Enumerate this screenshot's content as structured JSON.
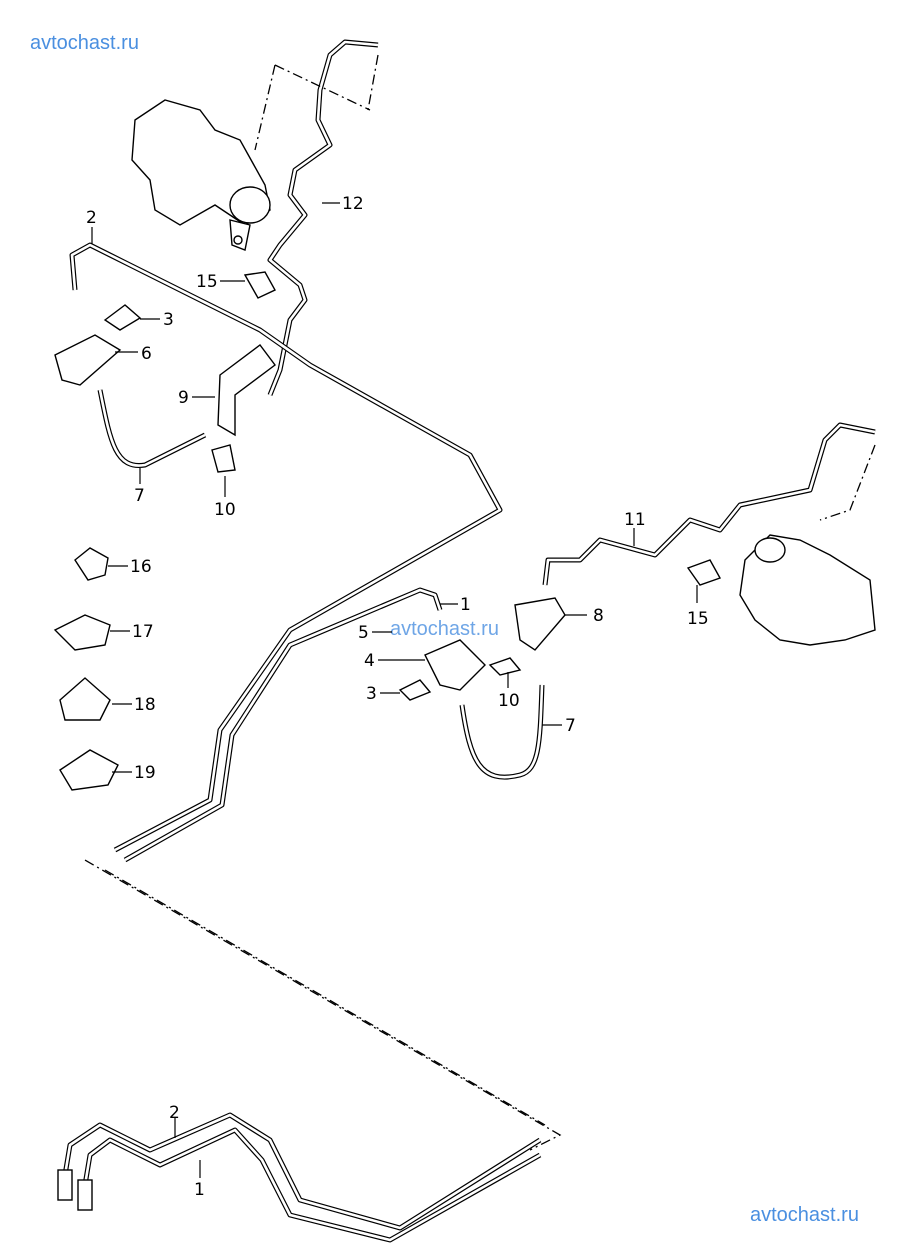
{
  "watermark": {
    "top": "avtochast.ru",
    "middle": "avtochast.ru",
    "bottom": "avtochast.ru",
    "color": "#4a8fe0"
  },
  "callouts": [
    "12",
    "2",
    "15",
    "3",
    "6",
    "9",
    "7",
    "10",
    "16",
    "17",
    "18",
    "19",
    "11",
    "15",
    "8",
    "1",
    "5",
    "4",
    "3",
    "10",
    "7",
    "2",
    "1"
  ]
}
